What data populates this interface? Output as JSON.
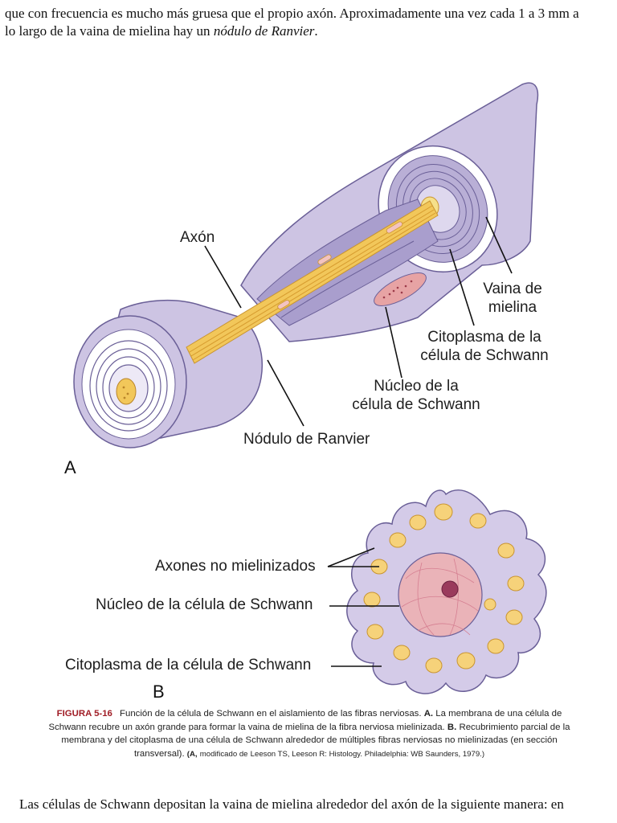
{
  "top_paragraph": {
    "line1": "que con frecuencia es mucho más gruesa que el propio axón. Aproximadamente una vez cada 1 a 3 mm a",
    "line2_start": "lo largo de la vaina de mielina hay un ",
    "line2_italic": "nódulo de Ranvier",
    "line2_end": "."
  },
  "figure_a": {
    "panel_label": "A",
    "labels": {
      "axon": "Axón",
      "myelin_1": "Vaina de",
      "myelin_2": "mielina",
      "cyto_1": "Citoplasma de la",
      "cyto_2": "célula de Schwann",
      "nucleus_1": "Núcleo de la",
      "nucleus_2": "célula de Schwann",
      "node": "Nódulo de Ranvier"
    }
  },
  "figure_b": {
    "panel_label": "B",
    "labels": {
      "unmyelinated": "Axones no mielinizados",
      "nucleus": "Núcleo de la célula de Schwann",
      "cytoplasm": "Citoplasma de la célula de Schwann"
    }
  },
  "caption": {
    "fig_number": "FIGURA 5-16",
    "part1": "Función de la célula de Schwann en el aislamiento de las fibras nerviosas.",
    "a_label": "A.",
    "part2": "La membrana de una célula de Schwann recubre un axón grande para formar la vaina de mielina de la fibra nerviosa mielinizada.",
    "b_label": "B.",
    "part3": "Recubrimiento parcial de la membrana y del citoplasma de una célula de Schwann alrededor de múltiples fibras nerviosas no mielinizadas (en sección transversal).",
    "credit_label": "(A,",
    "credit_small": "modificado de",
    "credit_rest": "Leeson TS, Leeson R: Histology. Philadelphia: WB Saunders, 1979.)"
  },
  "bottom_paragraph": {
    "text": "Las células de Schwann depositan la vaina de mielina alrededor del axón de la siguiente manera: en"
  },
  "colors": {
    "sheath": "#c9c0e0",
    "sheath_dark": "#9d92c4",
    "outline": "#6a5f97",
    "axon": "#f2c75a",
    "axon_dark": "#d69b2e",
    "nucleus": "#e7a3a4",
    "caption_red": "#a01d26"
  }
}
